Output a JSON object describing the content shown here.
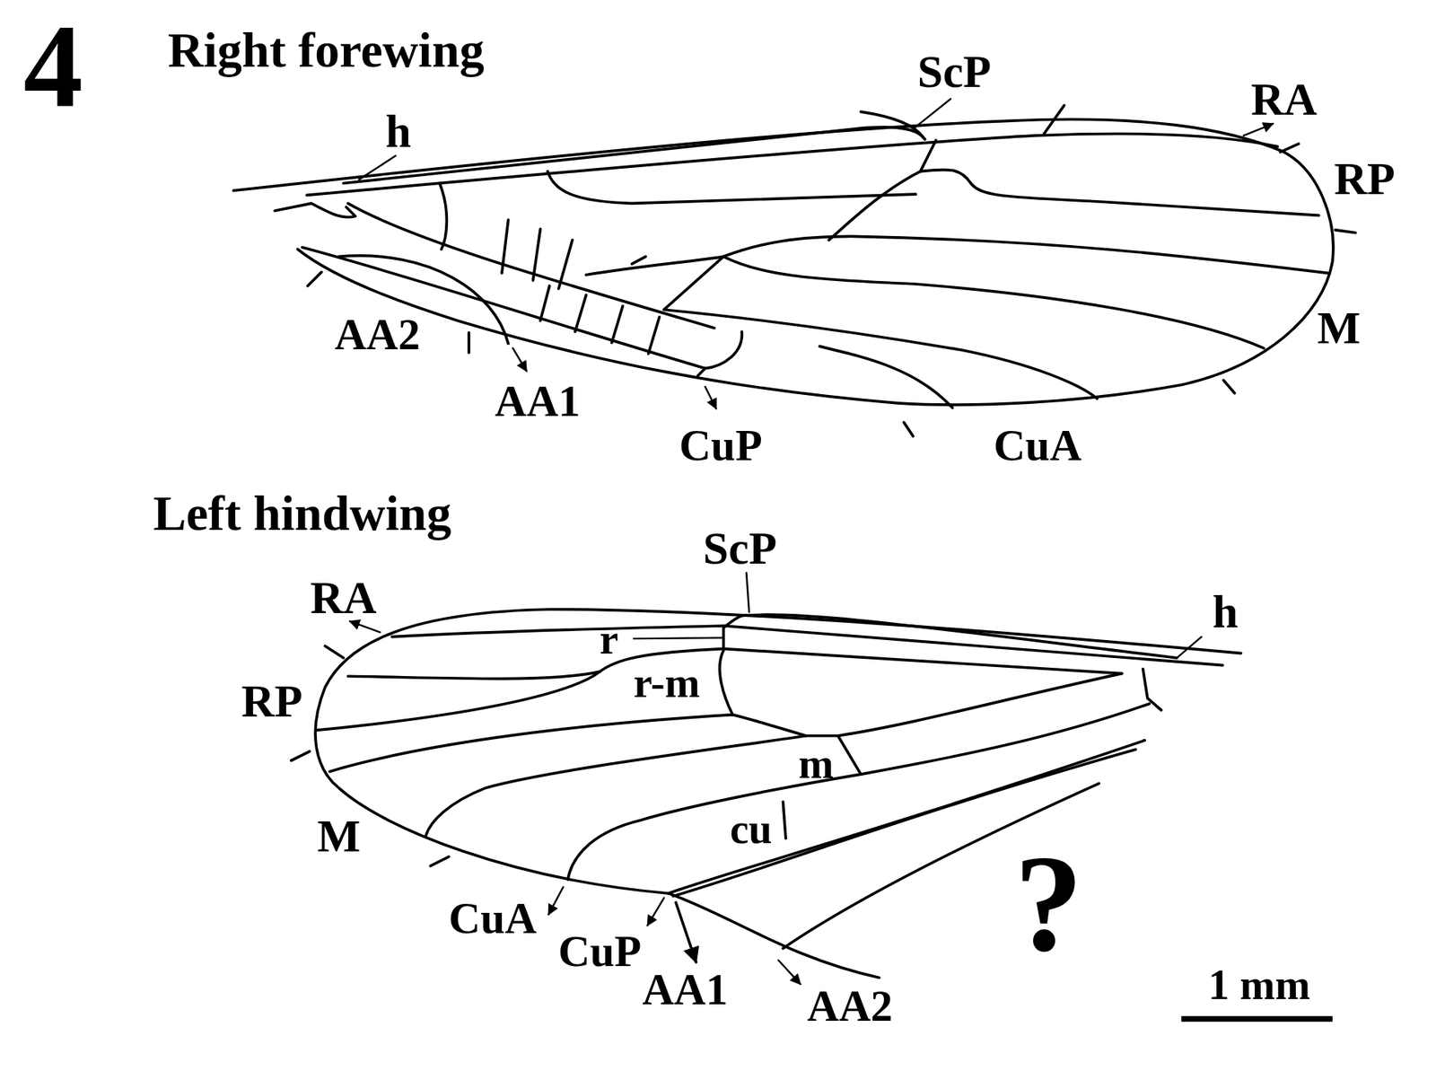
{
  "diagram": {
    "labels": [
      "4",
      "Right forewing",
      "ScP",
      "RA",
      "h",
      "RP",
      "M",
      "AA2",
      "AA1",
      "CuP",
      "CuA",
      "Left hindwing",
      "ScP",
      "RA",
      "h",
      "r",
      "r-m",
      "RP",
      "m",
      "M",
      "cu",
      "CuA",
      "CuP",
      "AA1",
      "AA2",
      "?",
      "1 mm"
    ]
  }
}
